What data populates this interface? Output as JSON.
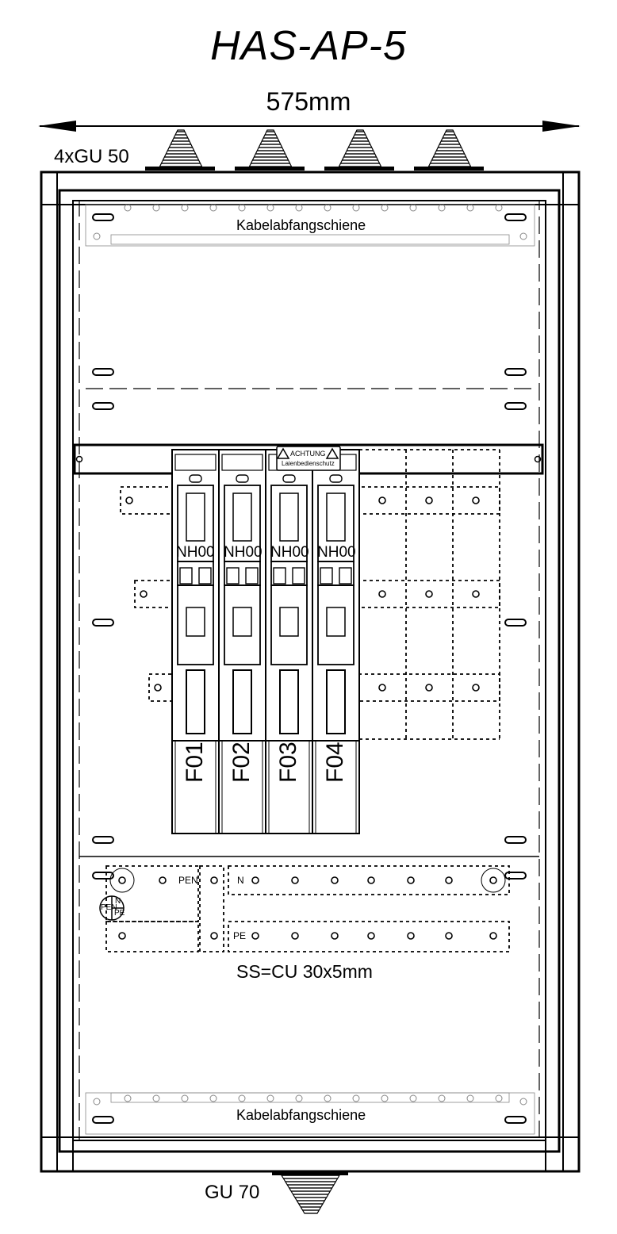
{
  "title": "HAS-AP-5",
  "dimension_label": "575mm",
  "cable_glands_top_label": "4xGU 50",
  "cable_gland_bottom_label": "GU 70",
  "cable_rail_top_label": "Kabelabfangschiene",
  "cable_rail_bottom_label": "Kabelabfangschiene",
  "busbar_spec_label": "SS=CU 30x5mm",
  "warning_label": {
    "line1": "ACHTUNG",
    "line2": "Laienbedienschutz"
  },
  "fuses": [
    {
      "id": "F01",
      "type": "NH00"
    },
    {
      "id": "F02",
      "type": "NH00"
    },
    {
      "id": "F03",
      "type": "NH00"
    },
    {
      "id": "F04",
      "type": "NH00"
    }
  ],
  "busbar_labels": {
    "pen": "PEN",
    "n": "N",
    "pe": "PE"
  },
  "pen_symbol": {
    "left": "PEN",
    "top": "N",
    "bottom": "PE"
  }
}
